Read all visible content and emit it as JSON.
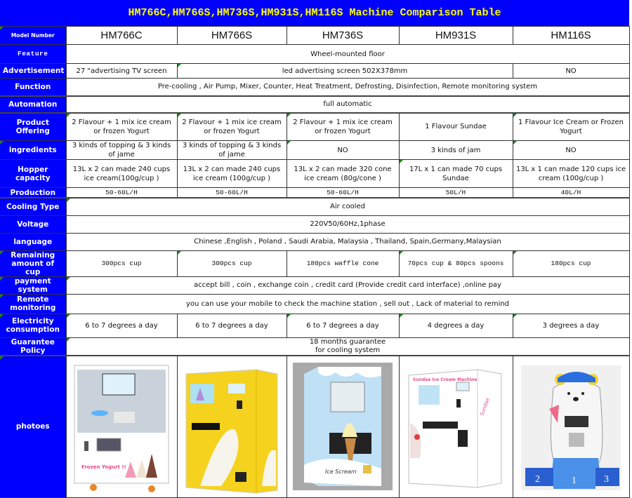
{
  "title": "HM766C,HM766S,HM736S,HM931S,HM116S Machine Comparison Table",
  "labels": {
    "model": "Model Number",
    "feature": "Feature",
    "advertisement": "Advertisement",
    "function": "Function",
    "automation": "Automation",
    "product": "Product Offering",
    "ingredients": "ingredients",
    "hopper": "Hopper capacity",
    "production": "Production",
    "cooling": "Cooling Type",
    "voltage": "Voltage",
    "language": "language",
    "remaining": "Remaining amount of cup",
    "payment": "payment system",
    "remote": "Remote monitoring",
    "electricity": "Electricity consumption",
    "guarantee": "Guarantee Policy",
    "photos": "photoes"
  },
  "models": [
    "HM766C",
    "HM766S",
    "HM736S",
    "HM931S",
    "HM116S"
  ],
  "feature": "Wheel-mounted floor",
  "advertisement": {
    "hm766c": "27 \"advertising TV screen",
    "shared": "led advertising screen 502X378mm",
    "hm116s": "NO"
  },
  "function": "Pre-cooling , Air Pump, Mixer, Counter, Heat Treatment, Defrosting, Disinfection, Remote monitoring system",
  "automation": "full automatic",
  "product": [
    "2 Flavour + 1 mix ice cream or frozen Yogurt",
    "2 Flavour + 1 mix ice cream or frozen Yogurt",
    "2 Flavour + 1 mix ice cream or frozen Yogurt",
    "1 Flavour Sundae",
    "1 Flavour Ice Cream or Frozen Yogurt"
  ],
  "ingredients": [
    "3 kinds of topping & 3 kinds of jame",
    "3 kinds of topping & 3 kinds of jame",
    "NO",
    "3 kinds of jam",
    "NO"
  ],
  "hopper": [
    "13L x 2 can made 240 cups ice cream(100g/cup )",
    "13L x 2 can made 240 cups ice cream (100g/cup )",
    "13L x 2 can made 320 cone ice cream (80g/cone )",
    "17L x 1 can made 70 cups Sundae",
    "13L x 1 can made 120 cups ice cream (100g/cup )"
  ],
  "production": [
    "50-60L/H",
    "50-60L/H",
    "50-60L/H",
    "50L/H",
    "40L/H"
  ],
  "cooling": "Air cooled",
  "voltage": "220V50/60Hz,1phase",
  "language": "Chinese ,English , Poland , Saudi Arabia, Malaysia , Thailand, Spain,Germany,Malaysian",
  "remaining": [
    "300pcs cup",
    "300pcs cup",
    "180pcs waffle cone",
    "70pcs cup & 80pcs spoons",
    "180pcs cup"
  ],
  "payment": "accept bill , coin , exchange coin , credit card (Provide credit card interface) ,online pay",
  "remote": "you can use your mobile to check the machine station , sell out , Lack of material to remind",
  "electricity": [
    "6 to 7 degrees a day",
    "6 to 7 degrees a day",
    "6 to 7 degrees a day",
    "4 degrees a day",
    "3 degrees a day"
  ],
  "guarantee": {
    "line1": "18 months guarantee",
    "line2": "for cooling system"
  },
  "photos": [
    {
      "caption": "Frozen Yogurt !!",
      "colors": {
        "body": "#ffffff",
        "accent": "#e84a8a"
      }
    },
    {
      "caption": "",
      "colors": {
        "body": "#f5d21e",
        "accent": "#ffffff"
      }
    },
    {
      "caption": "Ice Scream",
      "colors": {
        "body": "#bfe0f5",
        "accent": "#f7f0b0"
      }
    },
    {
      "caption": "Sundae Ice Cream Machine",
      "colors": {
        "body": "#ffffff",
        "accent": "#bfe3f5"
      }
    },
    {
      "caption": "",
      "colors": {
        "body": "#f0f0f0",
        "accent": "#2a6fe0"
      },
      "podium": [
        "2",
        "1",
        "3"
      ]
    }
  ],
  "colors": {
    "header_bg": "#0000ff",
    "title_text": "#ffff00",
    "label_text": "#ffffff",
    "grid": "#333333",
    "comment_marker": "#1a8a1a"
  }
}
